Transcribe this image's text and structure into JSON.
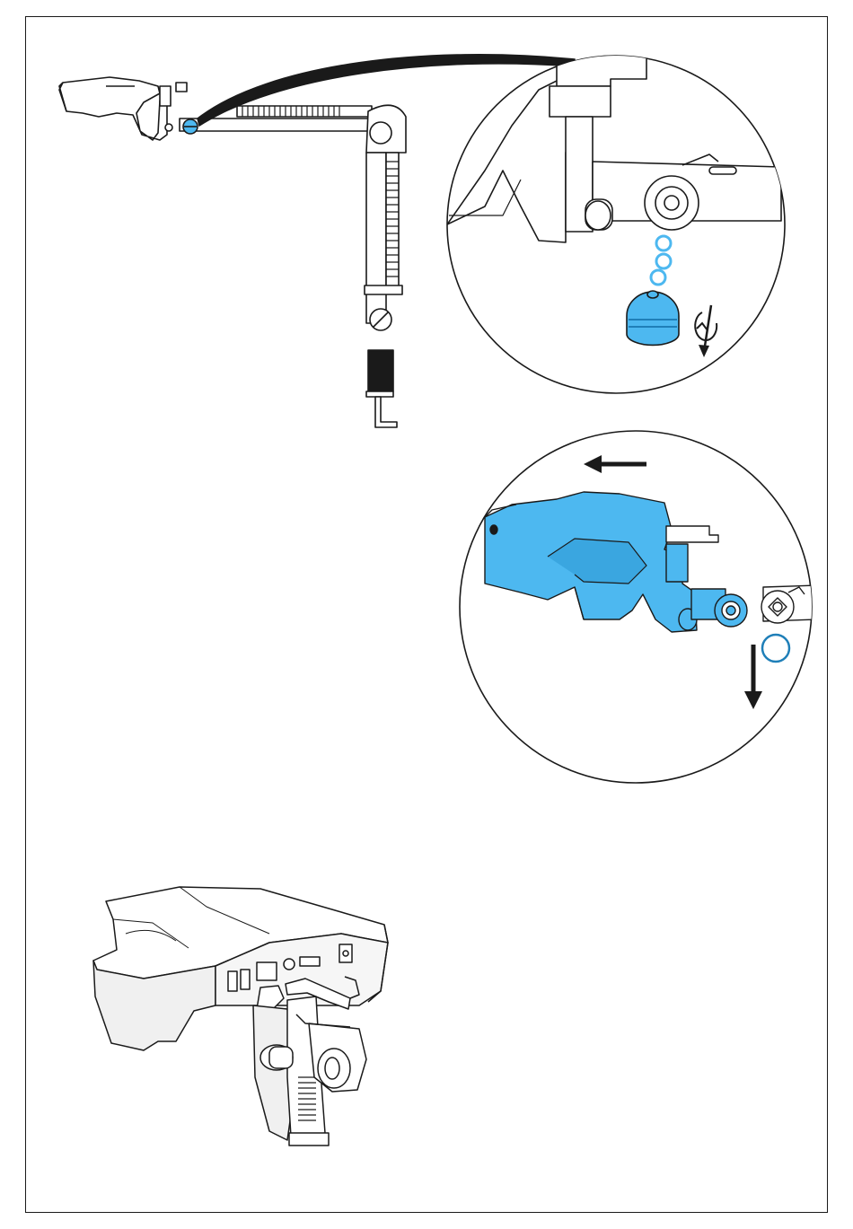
{
  "colors": {
    "line": "#1a1a1a",
    "accent": "#4db8f0",
    "accent_dark": "#1f7fb8",
    "shade": "#e8e8e8",
    "white": "#ffffff"
  },
  "icons": {
    "rotate_direction": "rotate-counterclockwise-icon",
    "arrow_left": "arrow-left-icon",
    "arrow_down": "arrow-down-icon"
  },
  "figures": {
    "overview": "light-arm-assembly",
    "detail_1": "remove-knob-and-washers",
    "detail_2": "slide-light-head-off-arm",
    "result": "light-head-rear-view"
  }
}
